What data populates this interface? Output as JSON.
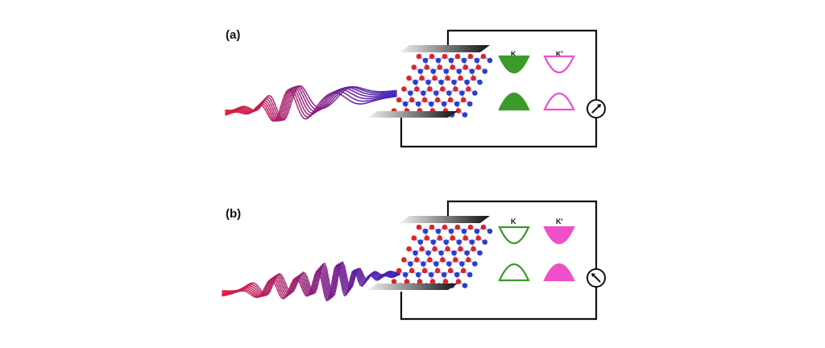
{
  "figure": {
    "panels": [
      {
        "label": "(a)",
        "pulse": {
          "lead_color": "#3a1fb8",
          "trail_color": "#e01a3c",
          "direction": "red-to-blue"
        },
        "valleys": [
          {
            "label": "K",
            "color": "#3a9a2a",
            "filled": true
          },
          {
            "label": "K′",
            "color": "#ef4fc8",
            "filled": false
          }
        ],
        "meter_needle": "right"
      },
      {
        "label": "(b)",
        "pulse": {
          "lead_color": "#e01a3c",
          "trail_color": "#3a1fb8",
          "direction": "blue-to-red"
        },
        "valleys": [
          {
            "label": "K",
            "color": "#3a9a2a",
            "filled": false
          },
          {
            "label": "K′",
            "color": "#ef4fc8",
            "filled": true
          }
        ],
        "meter_needle": "left"
      }
    ],
    "lattice": {
      "atom_a_color": "#d9262e",
      "atom_b_color": "#2a3fcf",
      "bond_color": "#9aa3e6"
    },
    "icons": [
      "wave-packet-icon",
      "lattice-icon",
      "electrode-icon",
      "ammeter-icon",
      "band-valley-icon"
    ]
  }
}
